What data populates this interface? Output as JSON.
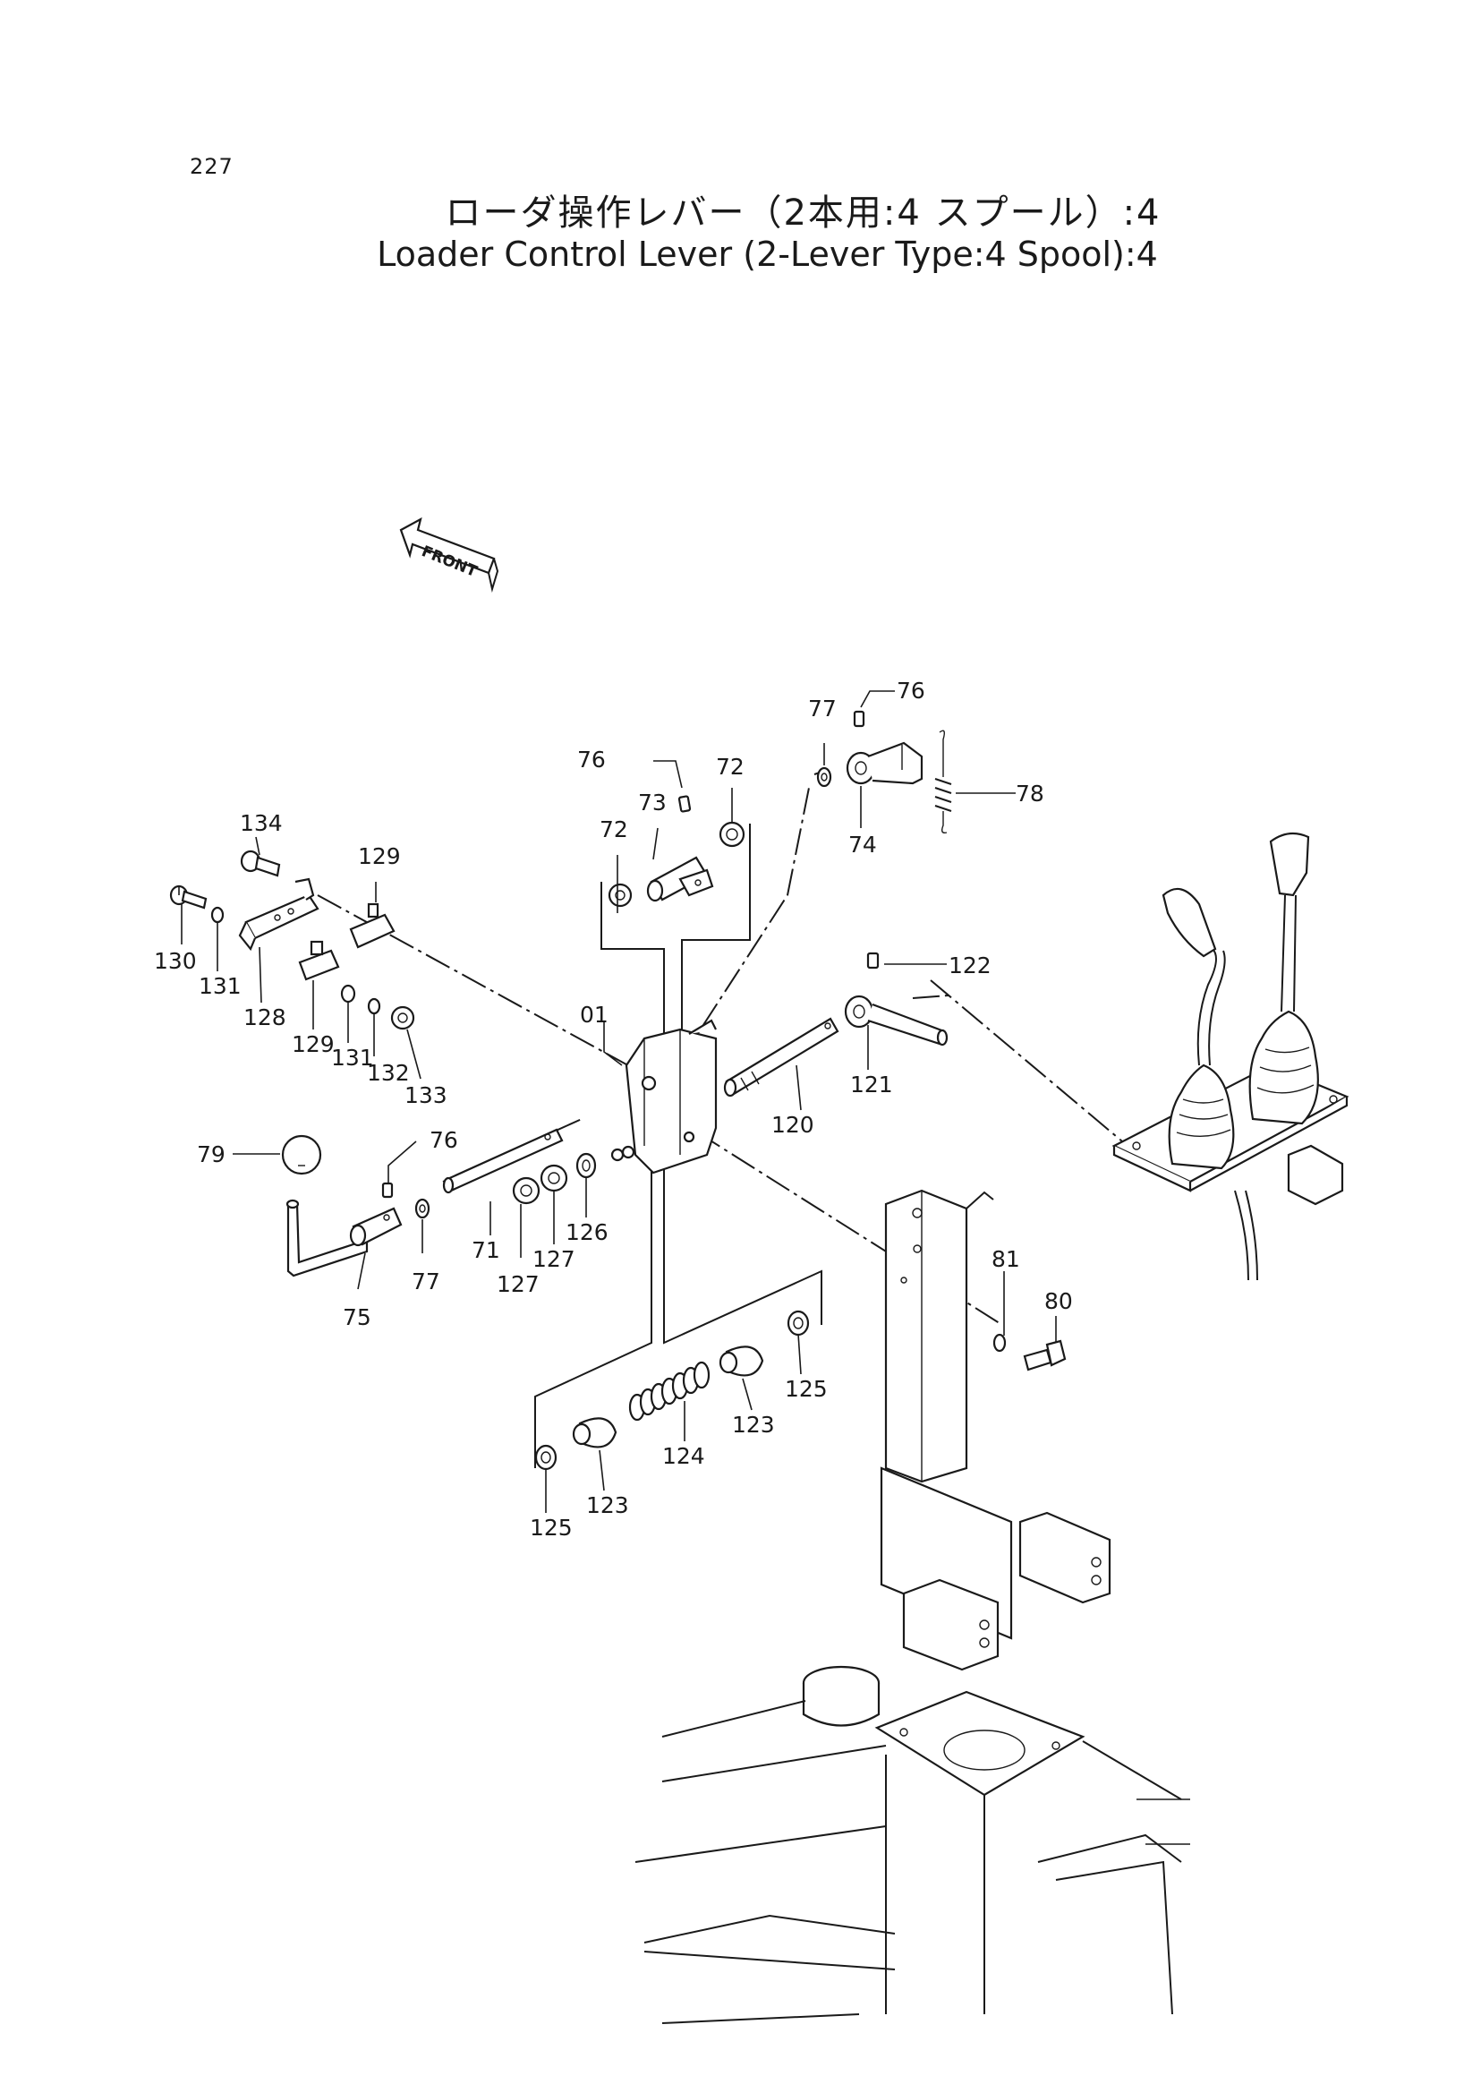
{
  "page_number": "227",
  "title_jp": "ローダ操作レバー（2本用:4 スプール）:4",
  "title_en": "Loader Control Lever (2-Lever Type:4 Spool):4",
  "front_label": "FRONT",
  "callouts": {
    "c01": "01",
    "c71": "71",
    "c72a": "72",
    "c72b": "72",
    "c73": "73",
    "c74": "74",
    "c75": "75",
    "c76a": "76",
    "c76b": "76",
    "c76c": "76",
    "c77a": "77",
    "c77b": "77",
    "c78": "78",
    "c79": "79",
    "c80": "80",
    "c81": "81",
    "c120": "120",
    "c121": "121",
    "c122": "122",
    "c123a": "123",
    "c123b": "123",
    "c124": "124",
    "c125a": "125",
    "c125b": "125",
    "c126": "126",
    "c127a": "127",
    "c127b": "127",
    "c128": "128",
    "c129a": "129",
    "c129b": "129",
    "c130": "130",
    "c131a": "131",
    "c131b": "131",
    "c132": "132",
    "c133": "133",
    "c134": "134"
  }
}
